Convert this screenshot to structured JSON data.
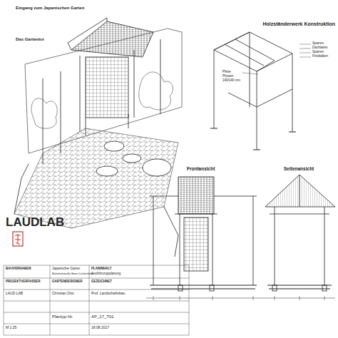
{
  "diagram": {
    "title": "Eingang zum Japanischen Garten",
    "labels": [
      "Das Gartentor",
      "Holzständerwerk Konstruktion",
      "Sparren",
      "Dachlatten",
      "Sparren",
      "Firstbalken",
      "Pfette",
      "Pfosten",
      "140/140 mm",
      "Frontansicht",
      "Seitenansicht",
      "LAUDLAB",
      "BAUVORHABEN",
      "Japanischer Garten",
      "PLANINHALT",
      "Bahnhofstraße Bonn Lichterfelde",
      "Ausführungsplanung",
      "PROJEKTVERFASSER",
      "GARTENDESIGNER",
      "GEZEICHNET",
      "LAUD LAB",
      "Christian Otto",
      "Prof. Landschaftsbau",
      "Plantyp-Nr.",
      "AP_17_T01",
      "M 1:25",
      "18.08.2017"
    ]
  }
}
